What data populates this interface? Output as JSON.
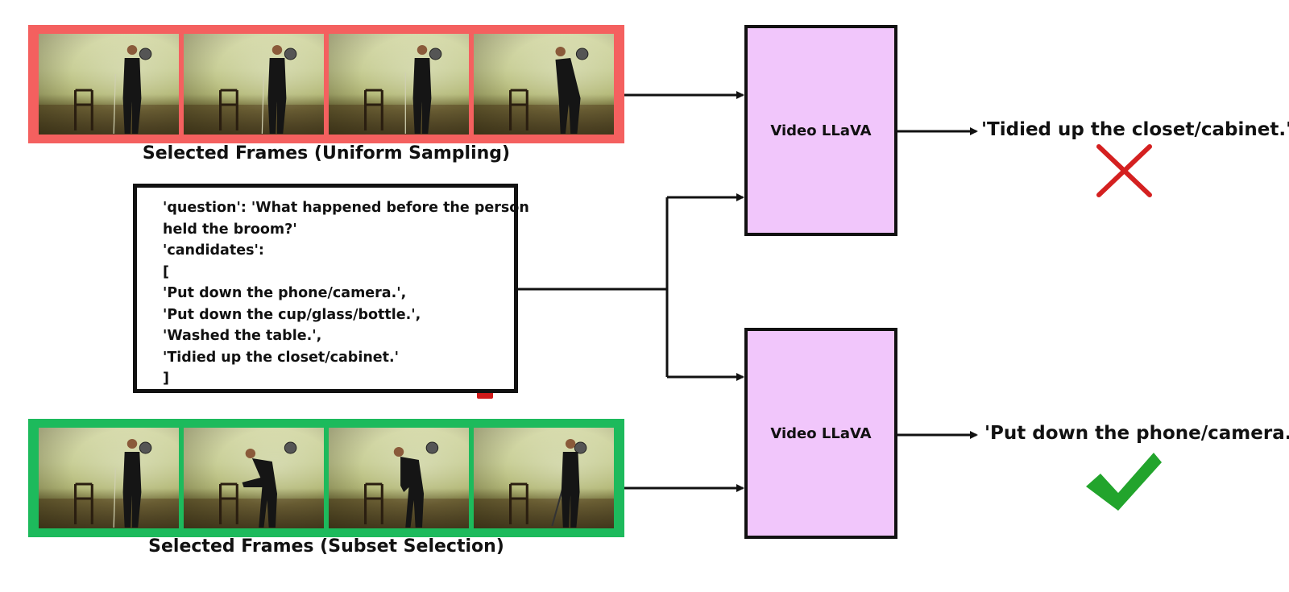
{
  "top_strip": {
    "caption": "Selected Frames (Uniform Sampling)",
    "border_color": "#f4605f"
  },
  "bottom_strip": {
    "caption": "Selected Frames (Subset Selection)",
    "border_color": "#1dba5c"
  },
  "question_box": {
    "lines": [
      "'question': 'What happened before the person",
      "held the broom?'",
      "'candidates':",
      "[",
      "'Put down the phone/camera.',",
      "'Put down the cup/glass/bottle.',",
      "'Washed the table.',",
      "'Tidied up the closet/cabinet.'",
      "]"
    ],
    "icon": "question-mark-icon",
    "icon_color": "#d11a1a"
  },
  "models": [
    {
      "label": "Video LLaVA",
      "fill": "#f1c6fb"
    },
    {
      "label": "Video LLaVA",
      "fill": "#f1c6fb"
    }
  ],
  "answers": [
    {
      "text": "'Tidied up the closet/cabinet.'",
      "verdict_icon": "cross-icon",
      "color": "#d42020"
    },
    {
      "text": "'Put down the phone/camera.'",
      "verdict_icon": "check-icon",
      "color": "#22a42c"
    }
  ]
}
